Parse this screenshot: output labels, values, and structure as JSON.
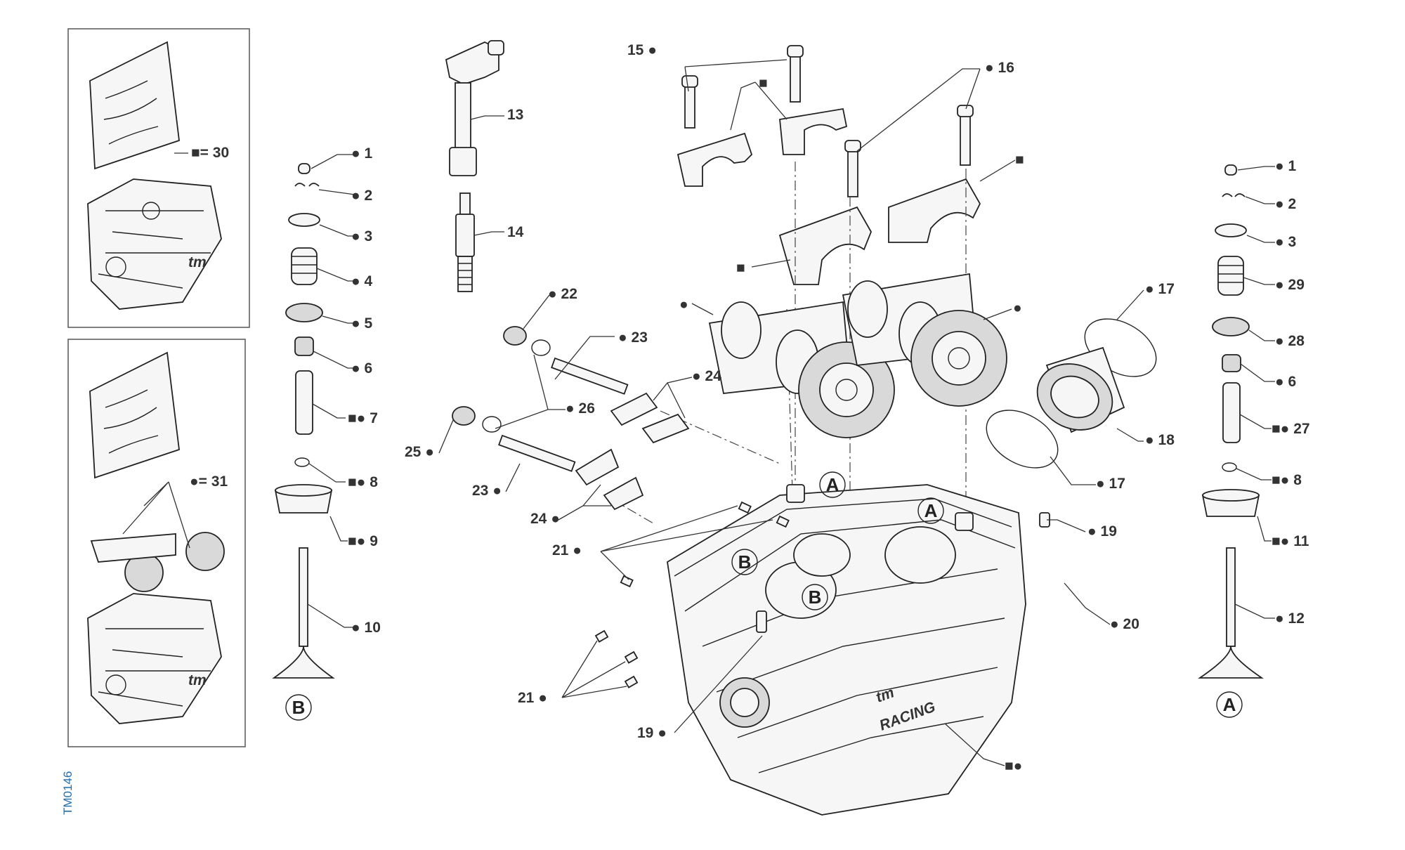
{
  "drawing_code": "TM0146",
  "kits": [
    {
      "label": "■= 30"
    },
    {
      "label": "●= 31"
    }
  ],
  "callouts": {
    "l1": "● 1",
    "l2": "● 2",
    "l3": "● 3",
    "l4": "● 4",
    "l5": "● 5",
    "l6": "● 6",
    "l7": "■● 7",
    "l8": "■● 8",
    "l9": "■● 9",
    "l10": "● 10",
    "l13": "13",
    "l14": "14",
    "l15": "15 ●",
    "l16": "● 16",
    "l15sq": "■",
    "l16sq": "■",
    "l_cap": "■",
    "l17a": "● 17",
    "l17b": "● 17",
    "l18": "● 18",
    "l19a": "● 19",
    "l19b": "19 ●",
    "l20": "● 20",
    "l21a": "21 ●",
    "l21b": "21 ●",
    "l22": "● 22",
    "l23a": "● 23",
    "l23b": "23 ●",
    "l24a": "● 24",
    "l24b": "24 ●",
    "l25": "25 ●",
    "l26": "● 26",
    "l_cam_l": "●",
    "l_cam_r": "●",
    "l_head": "■●",
    "r1": "● 1",
    "r2": "● 2",
    "r3": "● 3",
    "r29": "● 29",
    "r28": "● 28",
    "r6": "● 6",
    "r27": "■● 27",
    "r8": "■● 8",
    "r11": "■● 11",
    "r12": "● 12"
  },
  "circle_labels": {
    "valve_left": "B",
    "valve_right": "A",
    "head_a1": "A",
    "head_a2": "A",
    "head_b1": "B",
    "head_b2": "B"
  },
  "cylinder_head_logo": {
    "brand": "tm",
    "text": "RACING"
  }
}
